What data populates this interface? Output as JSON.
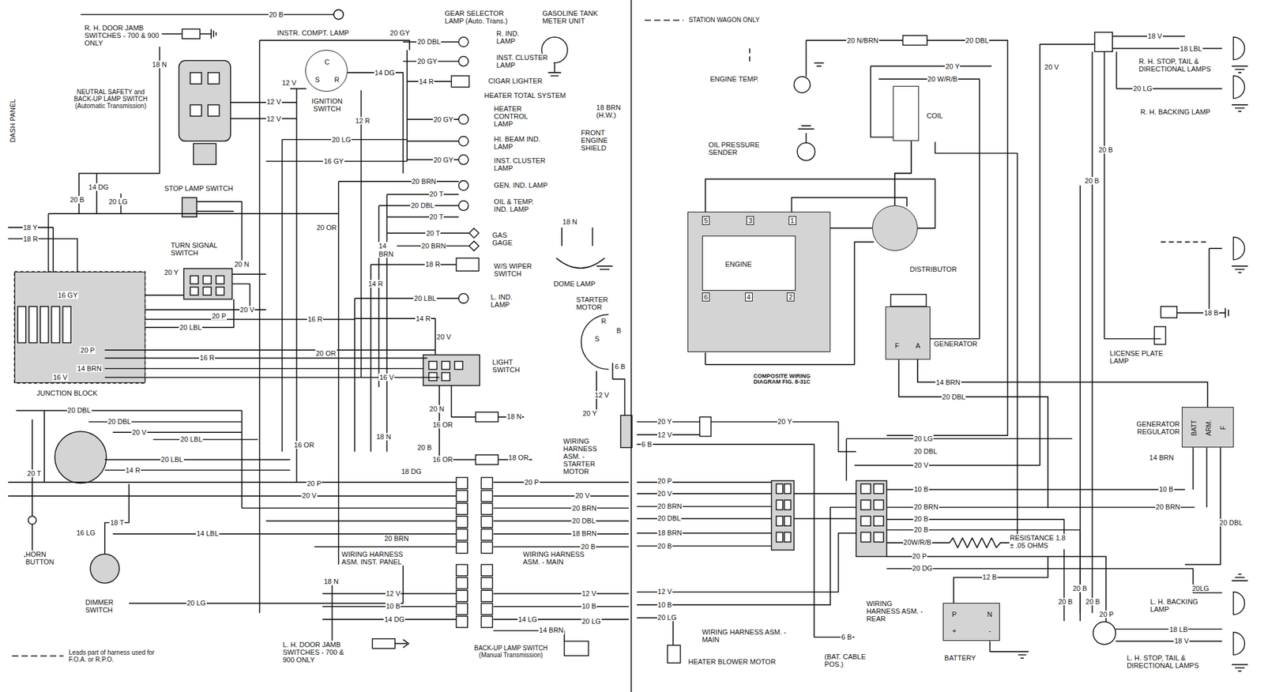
{
  "diagram": {
    "caption": "COMPOSITE WIRING DIAGRAM FIG. 8-31C",
    "nodes": [
      {
        "text": [
          "JUNCTION BLOCK"
        ]
      },
      {
        "text": [
          "C",
          "S",
          "R",
          "IGNITION SWITCH"
        ]
      },
      {
        "text": [
          "ENGINE",
          "5",
          "3",
          "1",
          "6",
          "4",
          "2"
        ]
      },
      {
        "text": [
          "COIL"
        ]
      },
      {
        "text": [
          "DISTRIBUTOR"
        ]
      },
      {
        "text": [
          "F",
          "A",
          "GENERATOR"
        ]
      },
      {
        "text": [
          "GENERATOR REGULATOR",
          "BATT",
          "ARM.",
          "F"
        ]
      },
      {
        "text": [
          "P",
          "N",
          "+",
          "-",
          "BATTERY"
        ]
      }
    ],
    "edges": [
      {
        "from": 3,
        "to": 4,
        "arrow": "none"
      },
      {
        "from": 4,
        "to": 2,
        "arrow": "none"
      },
      {
        "from": 5,
        "to": 6,
        "label": "14 BRN",
        "arrow": "none"
      }
    ],
    "labels": [
      "20 B",
      "R. H. DOOR JAMB SWITCHES - 700 & 900 ONLY",
      "18 N",
      "NEUTRAL SAFETY and BACK-UP LAMP SWITCH (Automatic Transmission)",
      "DASH PANEL",
      "INSTR. COMPT. LAMP",
      "20 GY",
      "GEAR SELECTOR LAMP (Auto. Trans.)",
      "GASOLINE TANK METER UNIT",
      "20 DBL",
      "R. IND. LAMP",
      "20 GY",
      "INST. CLUSTER LAMP",
      "14 R",
      "CIGAR LIGHTER",
      "12 V",
      "14 DG",
      "12 V",
      "12 V",
      "12 R",
      "HEATER TOTAL SYSTEM",
      "HEATER CONTROL LAMP",
      "20 GY",
      "HI. BEAM IND. LAMP",
      "20 LG",
      "16 GY",
      "20 GY",
      "INST. CLUSTER LAMP",
      "18 BRN (H.W.)",
      "FRONT ENGINE SHIELD",
      "STOP LAMP SWITCH",
      "14 DG",
      "20 B",
      "20 LG",
      "20 BRN",
      "GEN. IND. LAMP",
      "20 T",
      "20 DBL",
      "OIL & TEMP. IND. LAMP",
      "20 T",
      "18 Y",
      "18 R",
      "20 OR",
      "20 T",
      "GAS GAGE",
      "20 BRN",
      "18 N",
      "14 BRN",
      "TURN SIGNAL SWITCH",
      "20 N",
      "18 R",
      "W/S WIPER SWITCH",
      "DOME LAMP",
      "20 Y",
      "14 R",
      "16 GY",
      "20 V",
      "20 LBL",
      "L. IND. LAMP",
      "STARTER MOTOR",
      "20 LBL",
      "20 P",
      "16 R",
      "14 R",
      "20 V",
      "20 P",
      "16 R",
      "20 OR",
      "LIGHT SWITCH",
      "14 BRN",
      "16 V",
      "16 V",
      "20 N",
      "18 N",
      "16 OR",
      "20 DBL",
      "20 DBL",
      "20 V",
      "20 LBL",
      "18 N",
      "WIRING HARNESS ASM. - STARTER MOTOR",
      "20 B",
      "16 OR",
      "20 LBL",
      "16 OR",
      "18 OR",
      "14 R",
      "20 T",
      "18 DG",
      "20 P",
      "20 P",
      "20 V",
      "20 V",
      "20 BRN",
      "20 DBL",
      "18 BRN",
      "20 B",
      "18 T",
      "16 LG",
      "14 LBL",
      "20 BRN",
      "HORN BUTTON",
      "WIRING HARNESS ASM. INST. PANEL",
      "WIRING HARNESS ASM. - MAIN",
      "18 N",
      "12 V",
      "12 V",
      "DIMMER SWITCH",
      "20 LG",
      "10 B",
      "10 B",
      "14 DG",
      "14 LG",
      "20 LG",
      "14 BRN",
      "L. H. DOOR JAMB SWITCHES - 700 & 900 ONLY",
      "BACK-UP LAMP SWITCH (Manual Transmission)",
      "6 B",
      "12 V",
      "20 Y",
      "R",
      "S",
      "B",
      "20 N/BRN",
      "20 DBL",
      "20 Y",
      "20 W/R/B",
      "ENGINE TEMP.",
      "OIL PRESSURE SENDER",
      "20 DBL",
      "20 Y",
      "12 V",
      "20 Y",
      "6 B",
      "20 LG",
      "20 DBL",
      "20 V",
      "20 P",
      "20 V",
      "20 BRN",
      "20 DBL",
      "18 BRN",
      "20 B",
      "10 B",
      "20 BRN",
      "20 B",
      "20 B",
      "20W/R/B",
      "RESISTANCE 1.8 ± .05 OHMS",
      "20 P",
      "20 DG",
      "12 V",
      "10 B",
      "20 LG",
      "WIRING HARNESS ASM. - MAIN",
      "HEATER BLOWER MOTOR",
      "6 B",
      "(BAT. CABLE POS.)",
      "WIRING HARNESS ASM. - REAR",
      "12 B",
      "20 V",
      "18 V",
      "18 LBL",
      "R. H. STOP, TAIL & DIRECTIONAL LAMPS",
      "20 LG",
      "R. H. BACKING LAMP",
      "20 B",
      "20 B",
      "18 B",
      "LICENSE PLATE LAMP",
      "14 BRN",
      "10 B",
      "20 BRN",
      "20 DBL",
      "20LG",
      "L. H. BACKING LAMP",
      "20 B",
      "20 B",
      "20 B",
      "20 P",
      "18 LB",
      "18 V",
      "L. H. STOP, TAIL & DIRECTIONAL LAMPS"
    ],
    "legend": [
      {
        "text": "STATION WAGON ONLY"
      },
      {
        "text": "Leads part of harness used for F.O.A. or R.P.O."
      }
    ]
  }
}
